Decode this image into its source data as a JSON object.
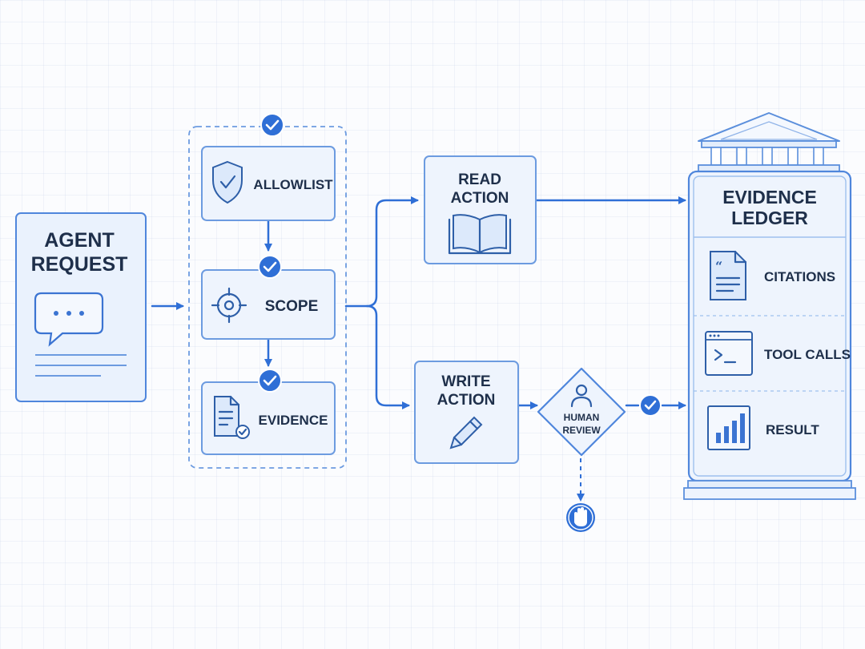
{
  "nodes": {
    "agent_request": {
      "line1": "AGENT",
      "line2": "REQUEST"
    },
    "allowlist": {
      "label": "ALLOWLIST"
    },
    "scope": {
      "label": "SCOPE"
    },
    "evidence": {
      "label": "EVIDENCE"
    },
    "read_action": {
      "line1": "READ",
      "line2": "ACTION"
    },
    "write_action": {
      "line1": "WRITE",
      "line2": "ACTION"
    },
    "human_review": {
      "line1": "HUMAN",
      "line2": "REVIEW"
    },
    "evidence_ledger": {
      "line1": "EVIDENCE",
      "line2": "LEDGER",
      "entries": [
        {
          "label": "CITATIONS",
          "icon": "document-quote-icon"
        },
        {
          "label": "TOOL CALLS",
          "icon": "terminal-icon"
        },
        {
          "label": "RESULT",
          "icon": "bar-chart-icon"
        }
      ]
    }
  },
  "colors": {
    "accent": "#2f6fd6",
    "border": "#6c9be0",
    "fill": "#eef4fd",
    "text": "#1e2f4a"
  }
}
